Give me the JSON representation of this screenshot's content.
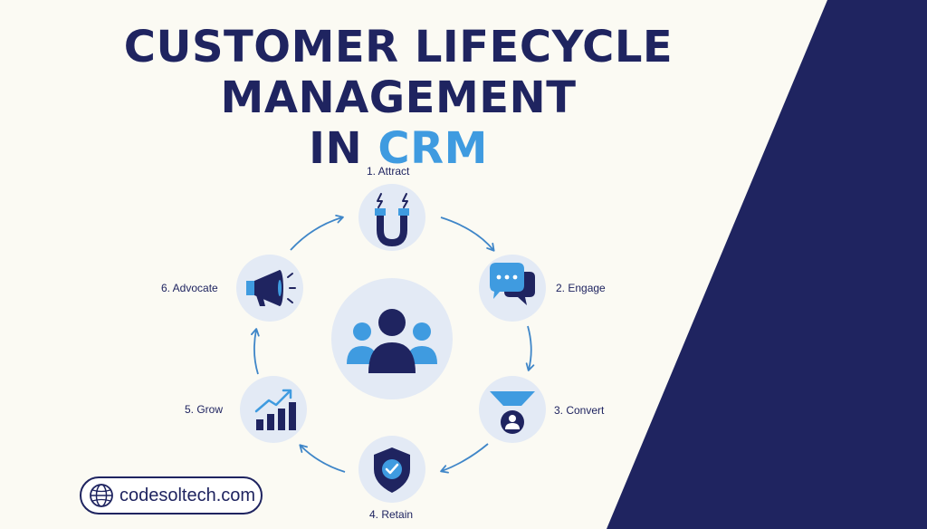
{
  "title": {
    "line1": "CUSTOMER LIFECYCLE",
    "line2": "MANAGEMENT",
    "line3_prefix": "IN ",
    "line3_accent": "CRM"
  },
  "colors": {
    "navy": "#1f2460",
    "accent_blue": "#3f9be0",
    "circle_fill": "#e3eaf5",
    "background": "#fbfaf3"
  },
  "center": {
    "icon": "team-icon"
  },
  "steps": [
    {
      "label": "1. Attract",
      "icon": "magnet-icon"
    },
    {
      "label": "2. Engage",
      "icon": "chat-bubbles-icon"
    },
    {
      "label": "3. Convert",
      "icon": "funnel-icon"
    },
    {
      "label": "4. Retain",
      "icon": "shield-check-icon"
    },
    {
      "label": "5. Grow",
      "icon": "growth-chart-icon"
    },
    {
      "label": "6. Advocate",
      "icon": "megaphone-icon"
    }
  ],
  "brand": {
    "text": "codesoltech.com",
    "icon": "globe-icon"
  }
}
